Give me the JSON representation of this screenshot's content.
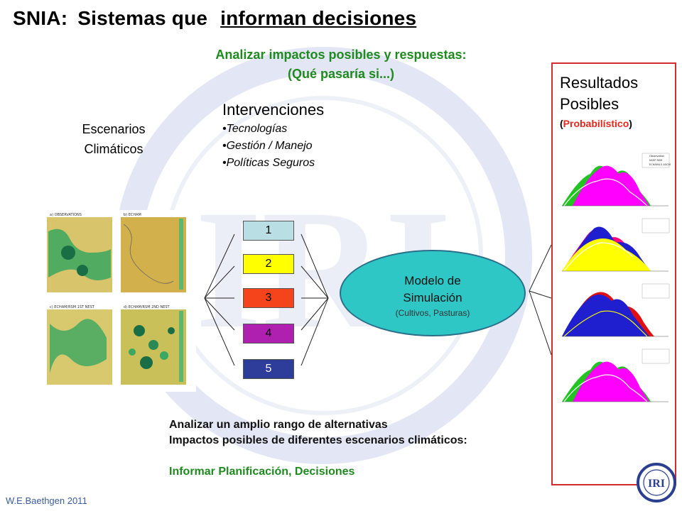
{
  "slide": {
    "title_part1": "SNIA:",
    "title_part2": "Sistemas que",
    "title_part3": "informan decisiones",
    "subtitle_line1": "Analizar impactos posibles y respuestas:",
    "subtitle_line2": "(Qué pasaría si...)",
    "watermark_text": "IRI"
  },
  "escenarios": {
    "line1": "Escenarios",
    "line2": "Climáticos"
  },
  "intervenciones": {
    "heading": "Intervenciones",
    "items": [
      "•Tecnologías",
      "•Gestión / Manejo",
      "•Políticas Seguros"
    ]
  },
  "climate_maps": {
    "panels": [
      {
        "label": "a) OBSERVATIONS"
      },
      {
        "label": "b) ECHAM"
      },
      {
        "label": "c) ECHAM/RSM 1ST NEST"
      },
      {
        "label": "d) ECHAM/RSM 2ND NEST"
      }
    ]
  },
  "options": [
    {
      "label": "1",
      "color": "#b9dfe4"
    },
    {
      "label": "2",
      "color": "#ffff00"
    },
    {
      "label": "3",
      "color": "#f5431b"
    },
    {
      "label": "4",
      "color": "#b020b0"
    },
    {
      "label": "5",
      "color": "#2e3c9a"
    }
  ],
  "model": {
    "line1": "Modelo de",
    "line2": "Simulación",
    "line3": "(Cultivos, Pasturas)",
    "color": "#2ec7c5"
  },
  "resultados": {
    "line1": "Resultados",
    "line2": "Posibles",
    "paren_open": "(",
    "prob": "Probabilístico",
    "paren_close": ")",
    "legend": [
      "Observation",
      "NCEP RSM",
      "ECHAM4.5 AGCM"
    ],
    "border_color": "#d42b2b"
  },
  "bottom": {
    "line1": "Analizar un amplio rango de alternativas",
    "line2": "Impactos posibles de diferentes escenarios climáticos:",
    "line3": "Informar Planificación, Decisiones"
  },
  "footer": {
    "author": "W.E.Baethgen 2011"
  },
  "logo": {
    "text": "IRI"
  },
  "colors": {
    "title_green": "#1f8a1f",
    "accent_red": "#e8261c",
    "footer_blue": "#3a5d9c"
  }
}
